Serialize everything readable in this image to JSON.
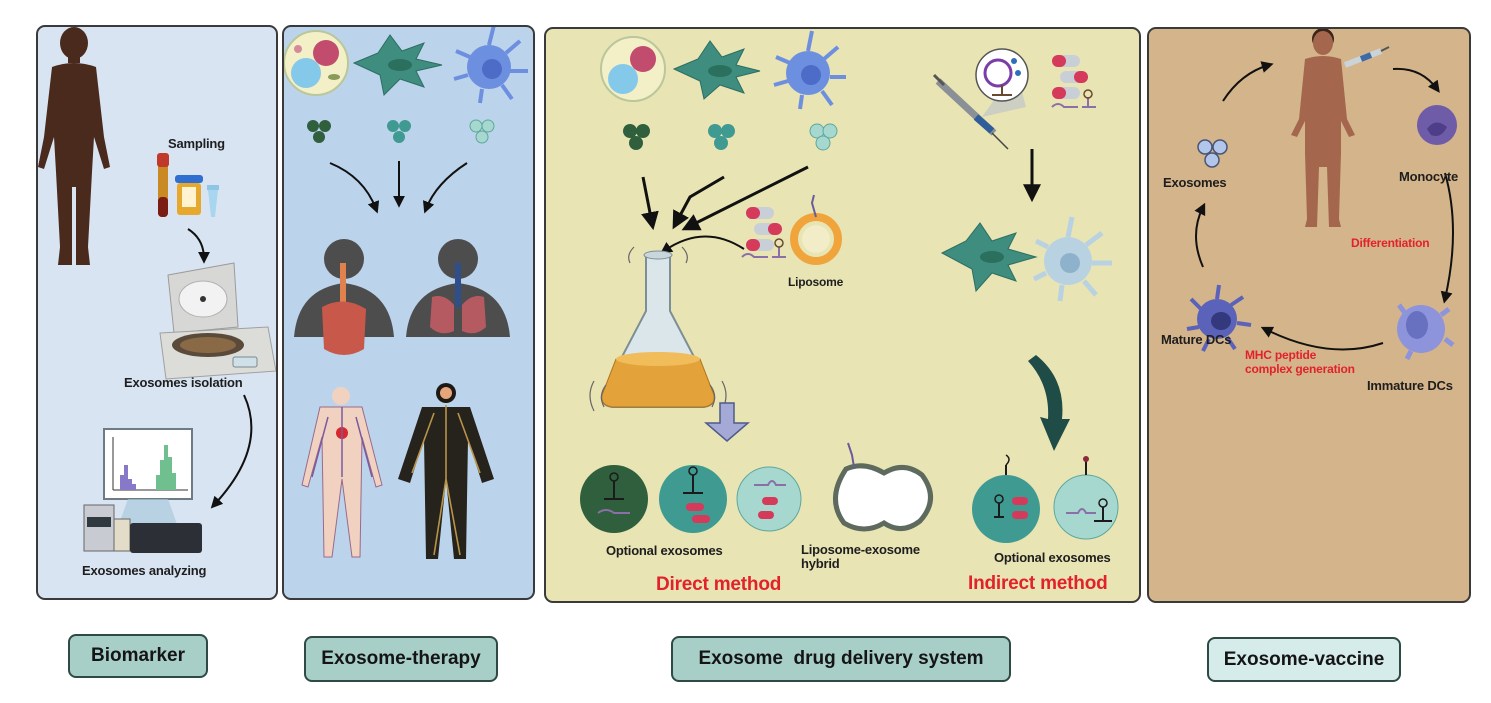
{
  "figure": {
    "panels": {
      "biomarker": {
        "steps": [
          "Sampling",
          "Exosomes isolation",
          "Exosomes analyzing"
        ],
        "icons": [
          "human-figure",
          "blood-tube",
          "urine-cup",
          "microtube",
          "centrifuge",
          "mass-spectrometer",
          "spectrum-chart"
        ]
      },
      "therapy": {
        "source_cells": [
          "cell-icon",
          "fibroblast-icon",
          "dendritic-cell-icon"
        ],
        "targets": [
          "digestive-system",
          "respiratory-system",
          "circulatory-system",
          "nervous-system"
        ]
      },
      "drug_delivery": {
        "liposome_label": "Liposome",
        "direct": {
          "optional_label": "Optional exosomes",
          "hybrid_label": "Liposome-exosome hybrid",
          "hybrid_line1": "Liposome-exosome",
          "hybrid_line2": "hybrid",
          "method_label": "Direct method"
        },
        "indirect": {
          "optional_label": "Optional exosomes",
          "method_label": "Indirect method"
        }
      },
      "vaccine": {
        "nodes": {
          "exosomes": "Exosomes",
          "monocyte": "Monocyte",
          "mature_dcs": "Mature DCs",
          "immature_dcs": "Immature DCs"
        },
        "transitions": {
          "differentiation": "Differentiation",
          "mhc_line1": "MHC peptide",
          "mhc_line2": "complex generation"
        }
      }
    },
    "categories": {
      "biomarker": "Biomarker",
      "therapy": "Exosome-therapy",
      "drug_delivery": "Exosome  drug delivery system",
      "vaccine": "Exosome-vaccine"
    },
    "colors": {
      "biomarker_bg": "#d9e4f2",
      "therapy_bg": "#bcd3ec",
      "drug_delivery_bg": "#e8e4b4",
      "vaccine_bg": "#d4b48a",
      "tag_bg": "#a7cfc8",
      "highlight_red": "#e2222b"
    }
  }
}
